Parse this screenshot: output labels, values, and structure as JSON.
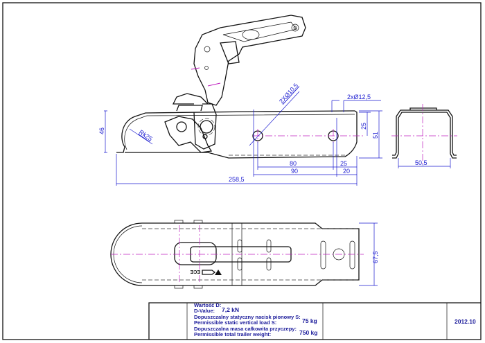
{
  "drawing": {
    "side_view": {
      "dimensions": {
        "height_left": "46",
        "radius": "Rk25",
        "hole_small": "2XØ10,5",
        "hole_large": "2xØ12,5",
        "hole_spacing": "80",
        "slot_length": "90",
        "right_offset_top": "25",
        "right_offset_bottom": "20",
        "hole_height": "25",
        "height_right": "51",
        "total_length": "258,5"
      }
    },
    "cross_section": {
      "width": "50,5"
    },
    "top_view": {
      "width": "67,5",
      "marking": "ECE"
    }
  },
  "title_block": {
    "d_value_label_pl": "Wartość D:",
    "d_value_label_en": "D-Value:",
    "d_value": "7,2 kN",
    "static_load_label_pl": "Dopuszczalny statyczny nacisk pionowy S:",
    "static_load_label_en": "Permissible static vertical load S:",
    "static_load": "75 kg",
    "trailer_weight_label_pl": "Dopuszczalna masa całkowita przyczepy:",
    "trailer_weight_label_en": "Permissible total trailer weight:",
    "trailer_weight": "750 kg",
    "date": "2012.10"
  },
  "colors": {
    "dimension": "#1a1ad0",
    "centerline": "#c020c0",
    "outline": "#111111"
  }
}
